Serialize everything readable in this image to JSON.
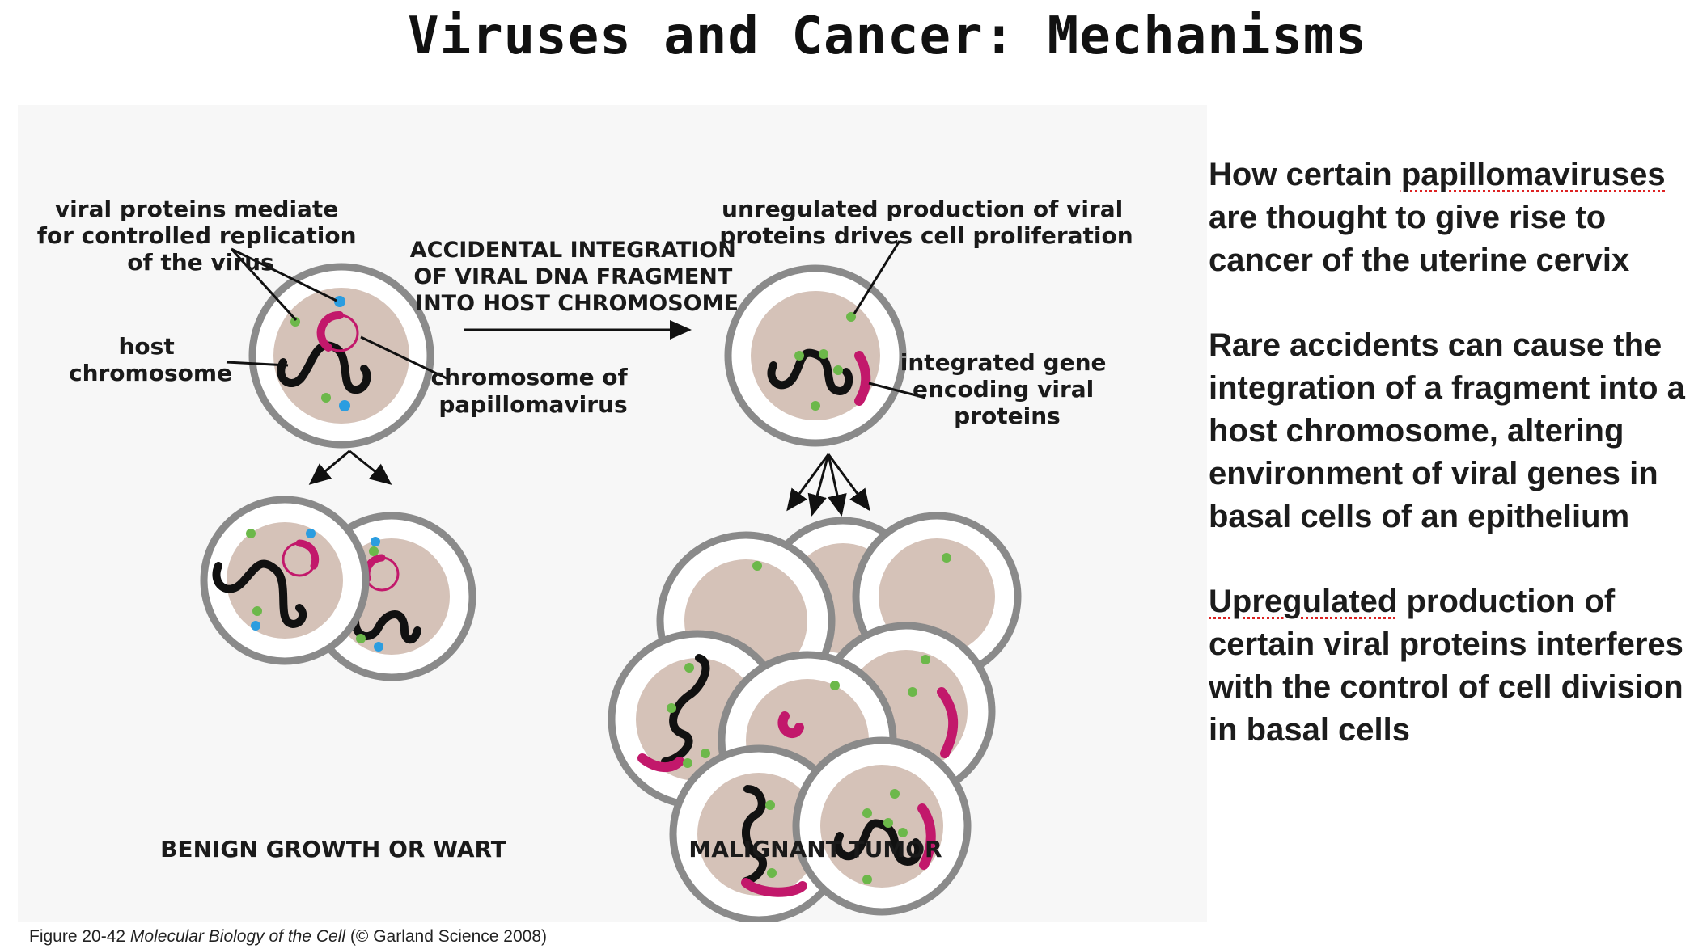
{
  "slide": {
    "title": "Viruses and Cancer: Mechanisms",
    "caption_prefix": "Figure 20-42",
    "caption_book": "Molecular Biology of the Cell",
    "caption_suffix": "(© Garland Science 2008)"
  },
  "figure": {
    "label_viral_proteins": [
      "viral proteins mediate",
      "for controlled replication",
      "of the virus"
    ],
    "label_host_chromosome": [
      "host",
      "chromosome"
    ],
    "label_accidental": [
      "ACCIDENTAL INTEGRATION",
      "OF VIRAL DNA FRAGMENT",
      "INTO HOST CHROMOSOME"
    ],
    "label_chromosome_papilloma": [
      "chromosome of",
      "papillomavirus"
    ],
    "label_unregulated": [
      "unregulated production of viral",
      "proteins drives cell proliferation"
    ],
    "label_integrated_gene": [
      "integrated gene",
      "encoding viral",
      "proteins"
    ],
    "label_benign": "BENIGN GROWTH OR WART",
    "label_malignant": "MALIGNANT TUMOR",
    "colors": {
      "nucleus": "#d5c2b8",
      "viral_dna": "#c2186b",
      "viral_protein_blue": "#2b9de0",
      "viral_protein_green": "#6cb84a"
    }
  },
  "side": {
    "p1_start": "How certain",
    "p1_word": "papillomaviruses",
    "p1_rest": "are thought to give rise to cancer of the uterine cervix",
    "p2": "Rare accidents can cause the integration of a fragment into a host chromosome, altering environment of viral genes in basal cells of an epithelium",
    "p3_word": "Upregulated",
    "p3_rest": "production of certain viral proteins interferes with the control of cell division in basal cells"
  }
}
